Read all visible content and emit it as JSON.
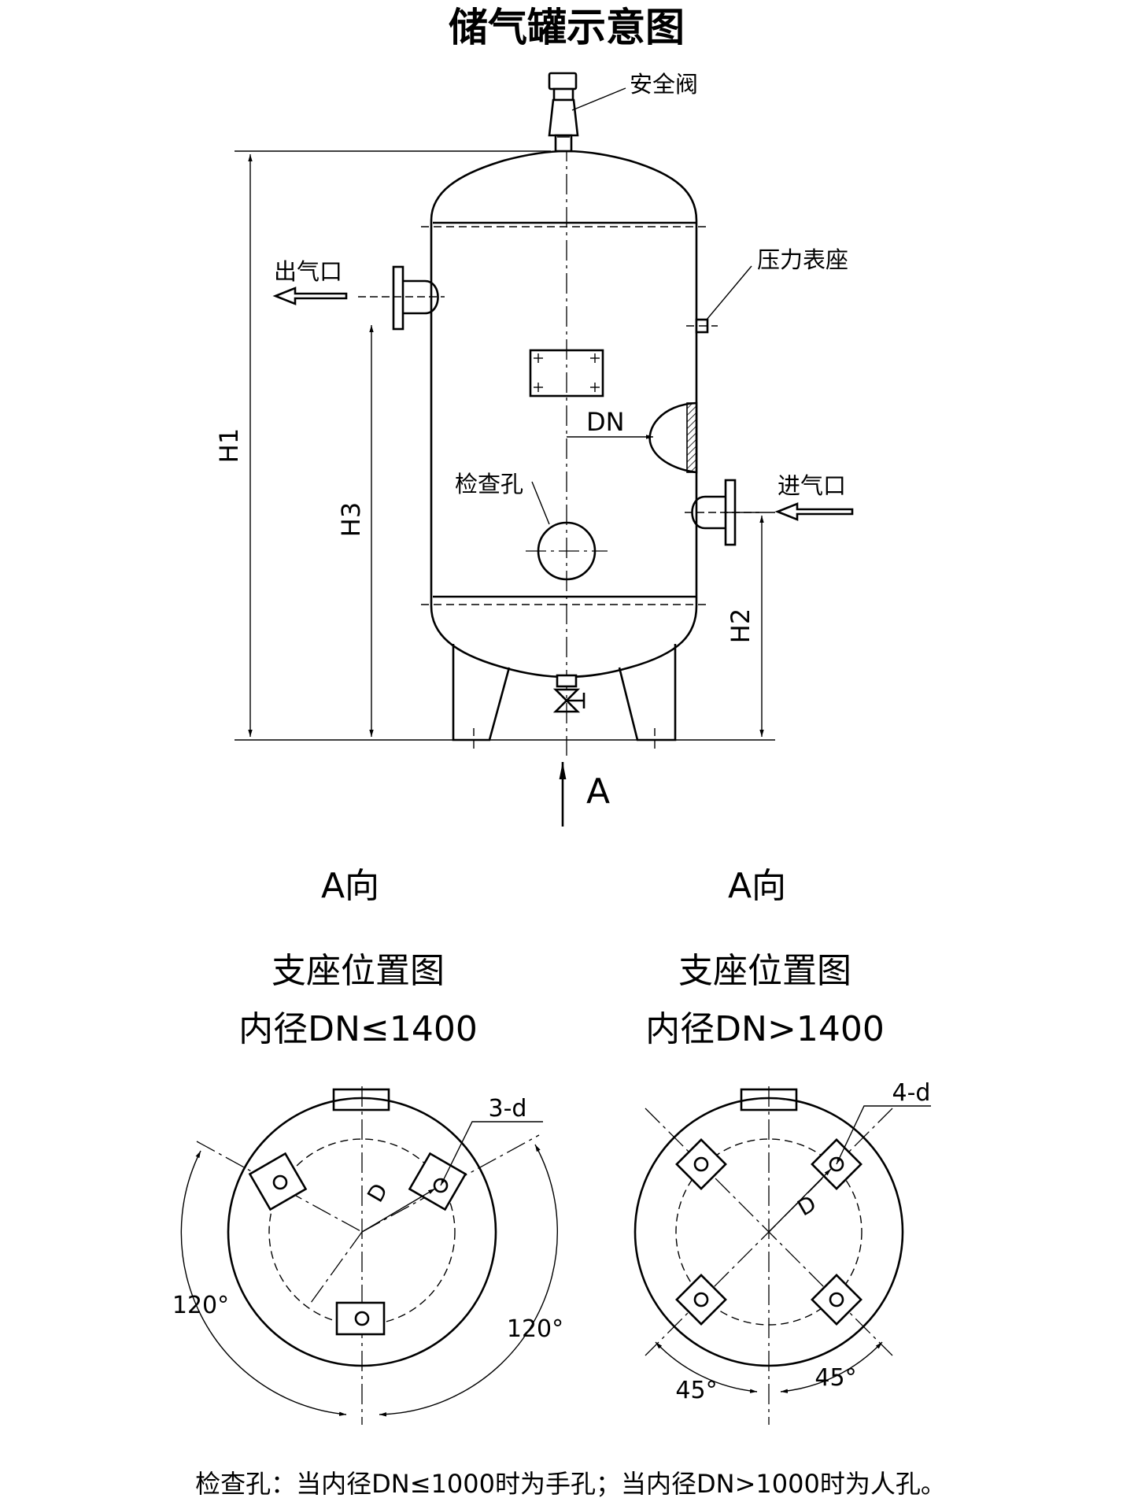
{
  "title": "储气罐示意图",
  "labels": {
    "safety_valve": "安全阀",
    "outlet": "出气口",
    "gauge_seat": "压力表座",
    "dn": "DN",
    "inspection_hole": "检查孔",
    "inlet": "进气口",
    "h1": "H1",
    "h2": "H2",
    "h3": "H3",
    "view_arrow": "A"
  },
  "views": [
    {
      "direction": "A向",
      "caption": "支座位置图",
      "condition": "内径DN≤1400",
      "hole_label": "3-d",
      "diameter_label": "D",
      "angle_left": "120°",
      "angle_right": "120°",
      "support_count": 3
    },
    {
      "direction": "A向",
      "caption": "支座位置图",
      "condition": "内径DN>1400",
      "hole_label": "4-d",
      "diameter_label": "D",
      "angle_left": "45°",
      "angle_right": "45°",
      "support_count": 4
    }
  ],
  "footnote": "检查孔：当内径DN≤1000时为手孔；当内径DN>1000时为人孔。"
}
